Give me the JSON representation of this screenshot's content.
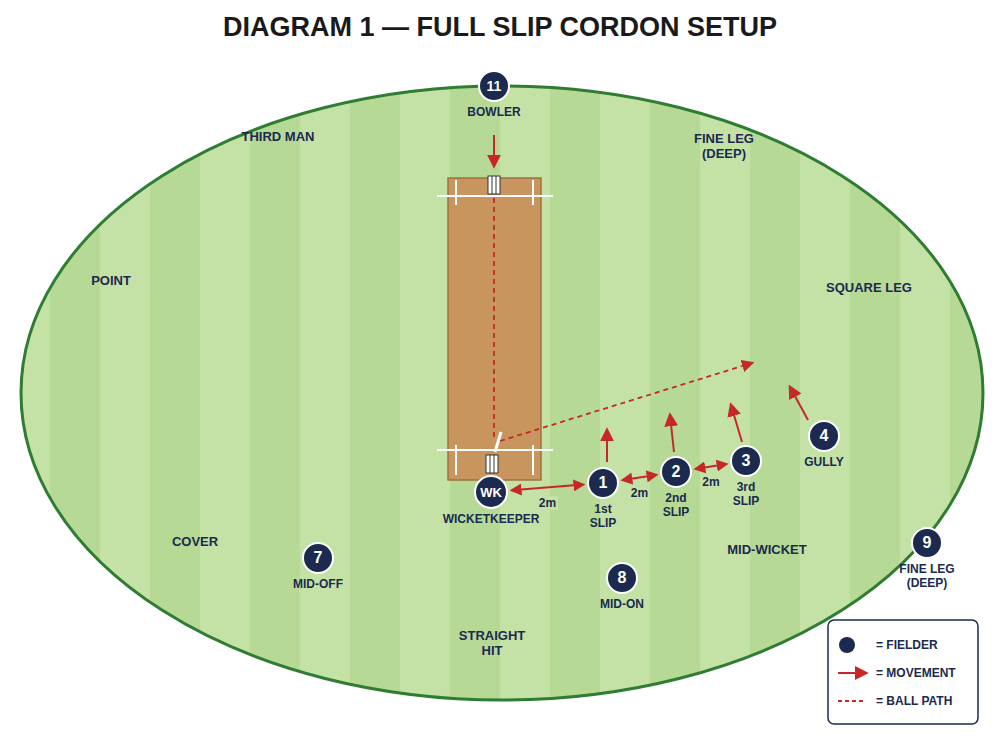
{
  "diagram": {
    "title": "DIAGRAM 1 — FULL SLIP CORDON SETUP",
    "nodes": [
      {
        "text": [
          "11",
          "BOWLER"
        ]
      },
      {
        "text": [
          "WK",
          "WICKETKEEPER"
        ]
      },
      {
        "text": [
          "1",
          "1st SLIP"
        ]
      },
      {
        "text": [
          "2",
          "2nd SLIP"
        ]
      },
      {
        "text": [
          "3",
          "3rd SLIP"
        ]
      },
      {
        "text": [
          "4",
          "GULLY"
        ]
      },
      {
        "text": [
          "7",
          "MID-OFF"
        ]
      },
      {
        "text": [
          "8",
          "MID-ON"
        ]
      },
      {
        "text": [
          "9",
          "FINE LEG (DEEP)"
        ]
      }
    ],
    "edges": [
      {
        "from": 1,
        "to": 2,
        "arrow": "both",
        "label": "2m"
      },
      {
        "from": 2,
        "to": 3,
        "arrow": "both",
        "label": "2m"
      },
      {
        "from": 3,
        "to": 4,
        "arrow": "both",
        "label": "2m"
      }
    ],
    "labels": [
      "THIRD MAN",
      "FINE LEG (DEEP)",
      "POINT",
      "SQUARE LEG",
      "COVER",
      "MID-WICKET",
      "STRAIGHT HIT"
    ],
    "legend": [
      {
        "text": "= FIELDER"
      },
      {
        "text": "= MOVEMENT"
      },
      {
        "text": "= BALL PATH"
      }
    ]
  }
}
